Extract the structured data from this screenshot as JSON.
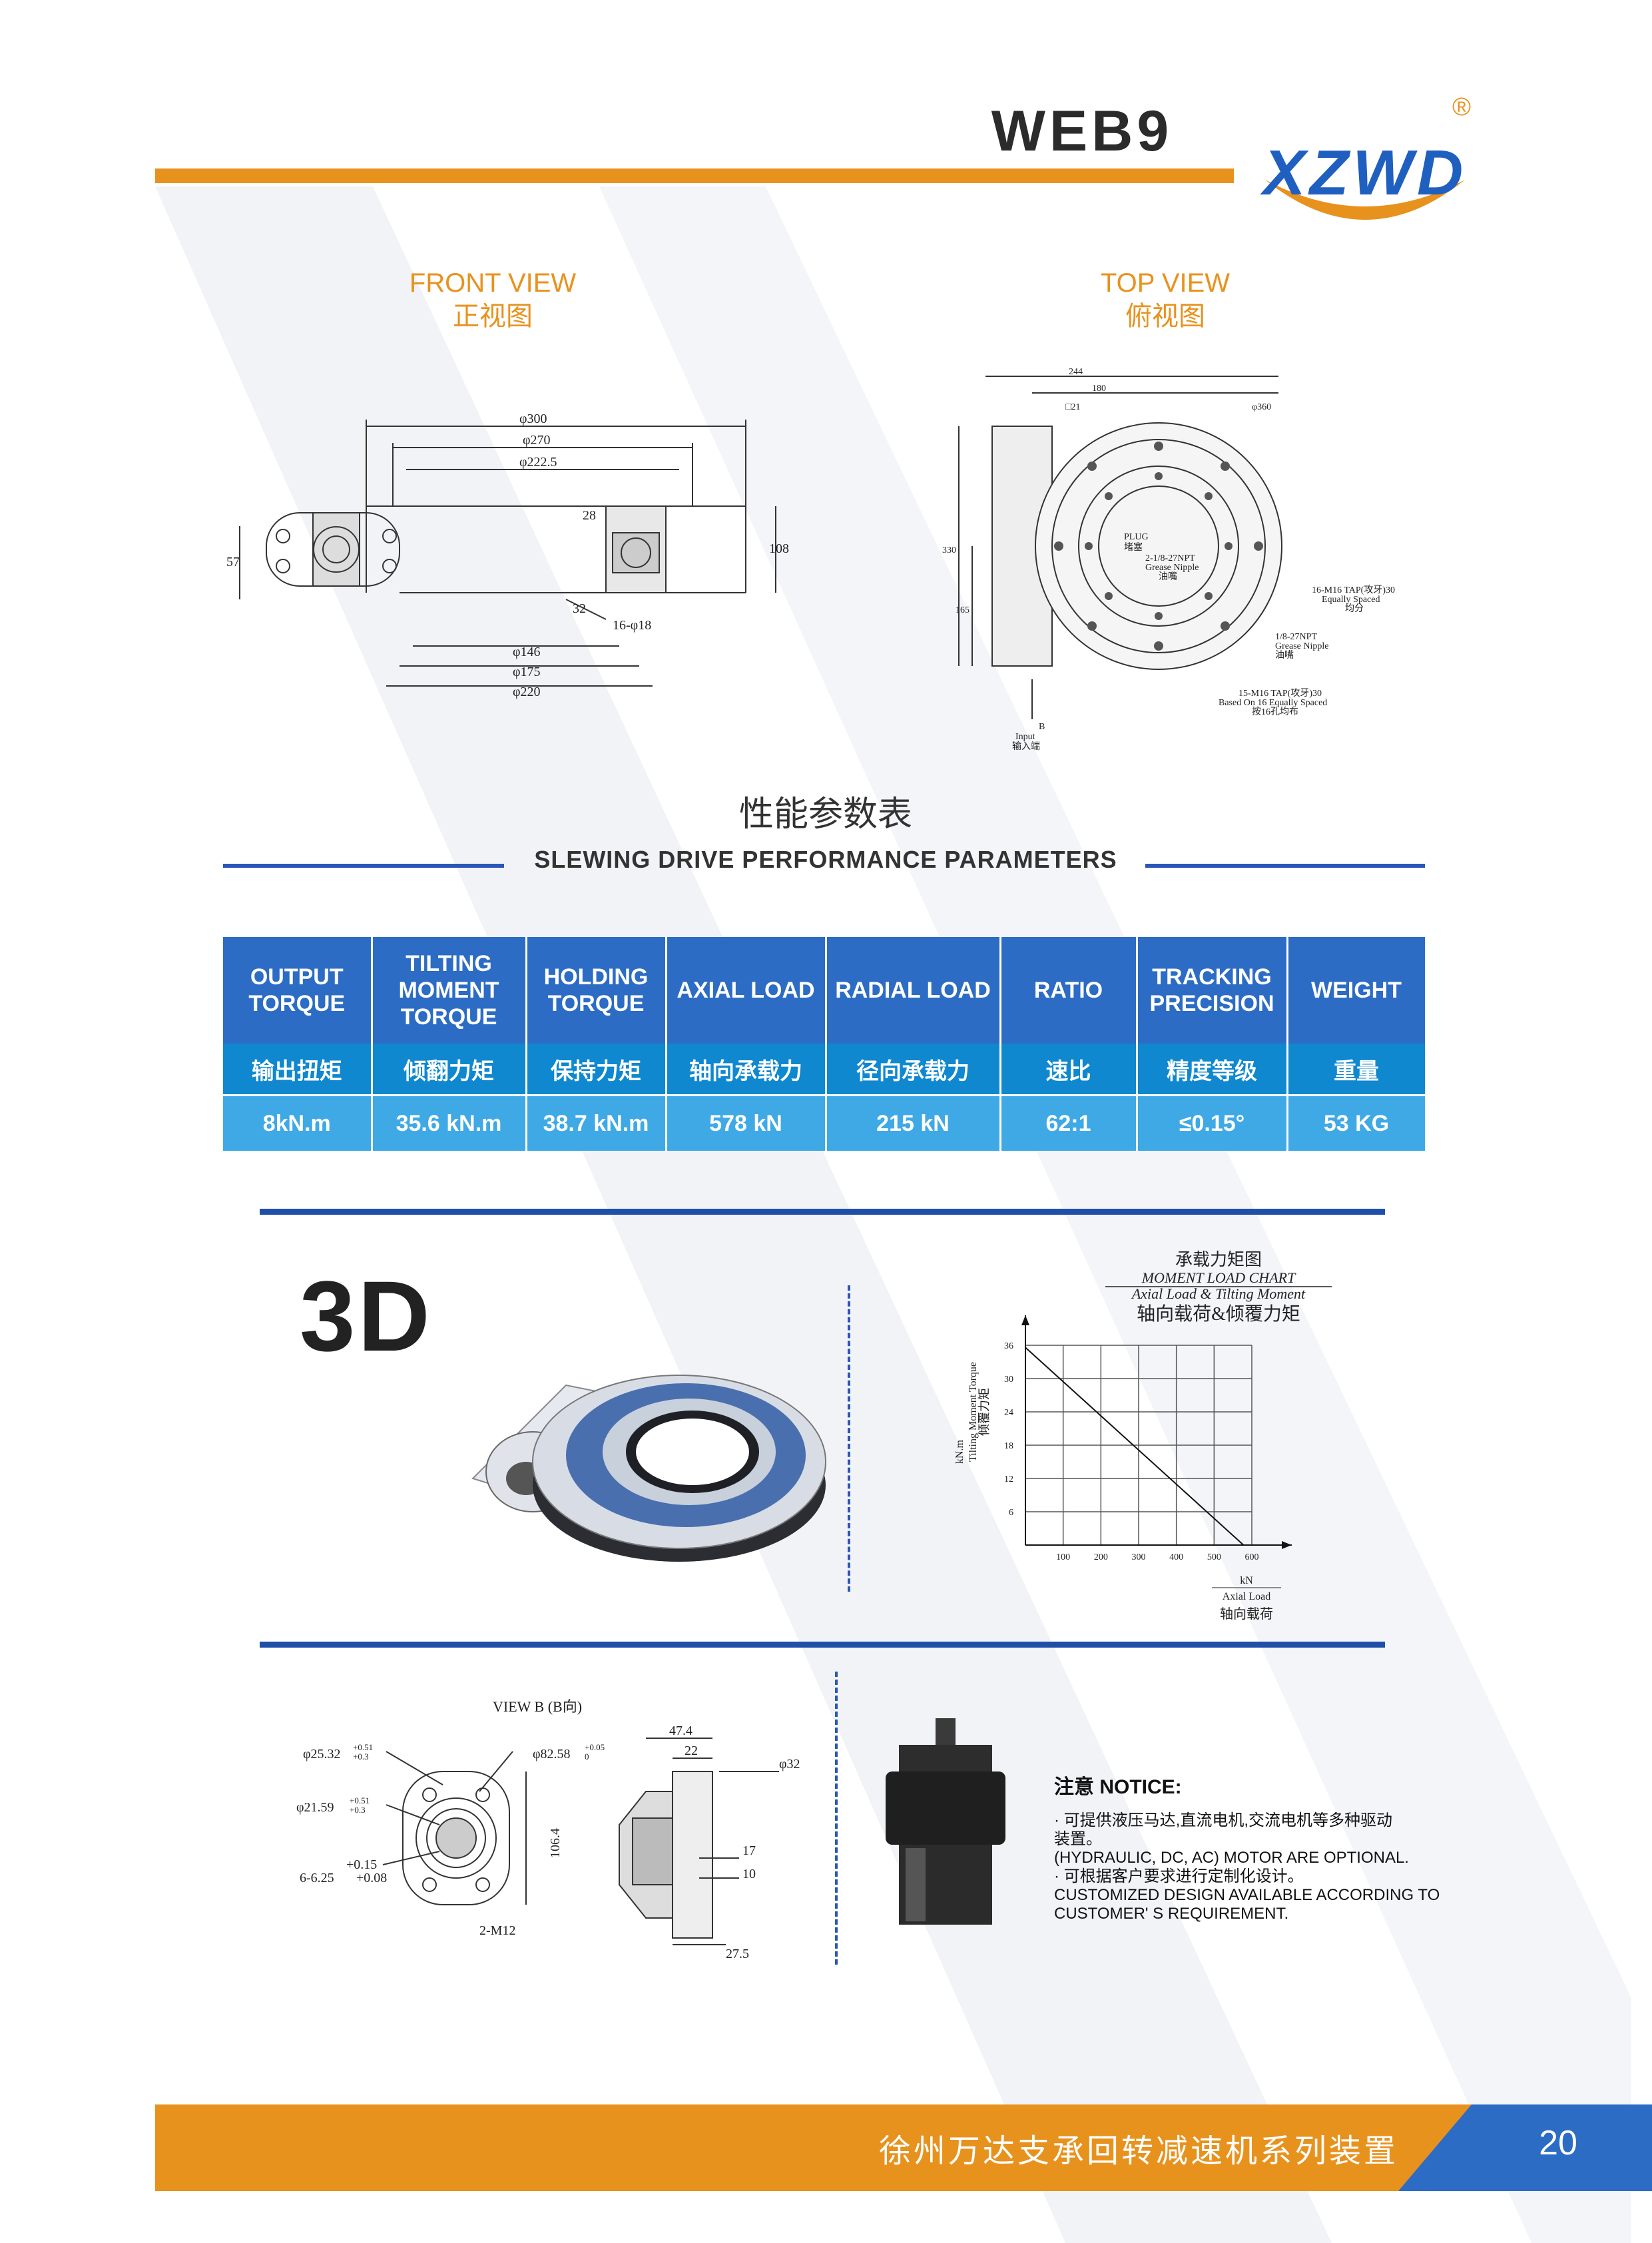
{
  "header": {
    "model": "WEB9",
    "brand": "XZWD",
    "registered": "®"
  },
  "front_view": {
    "title_en": "FRONT VIEW",
    "title_cn": "正视图",
    "dims": [
      "φ300",
      "φ270",
      "φ222.5",
      "28",
      "108",
      "57",
      "32",
      "16-φ18",
      "φ146",
      "φ175",
      "φ220"
    ]
  },
  "top_view": {
    "title_en": "TOP VIEW",
    "title_cn": "俯视图",
    "dims": [
      "244",
      "180",
      "□21",
      "φ360",
      "330",
      "165"
    ],
    "labels": {
      "plug": "PLUG",
      "plug_cn": "堵塞",
      "grease": "2-1/8-27NPT",
      "grease2": "Grease Nipple",
      "grease_cn": "油嘴",
      "tap1": "16-M16 TAP(攻牙)30",
      "tap1b": "Equally Spaced",
      "tap1c": "均分",
      "npt": "1/8-27NPT",
      "npt2": "Grease Nipple",
      "npt_cn": "油嘴",
      "tap2": "15-M16 TAP(攻牙)30",
      "tap2b": "Based On 16 Equally Spaced",
      "tap2c": "按16孔均布",
      "b": "B",
      "input": "Input",
      "input_cn": "输入端"
    }
  },
  "performance": {
    "title_cn": "性能参数表",
    "title_en": "SLEWING DRIVE PERFORMANCE PARAMETERS",
    "columns": [
      {
        "en": [
          "OUTPUT",
          "TORQUE"
        ],
        "cn": "输出扭矩",
        "value": "8kN.m"
      },
      {
        "en": [
          "TILTING",
          "MOMENT",
          "TORQUE"
        ],
        "cn": "倾翻力矩",
        "value": "35.6 kN.m"
      },
      {
        "en": [
          "HOLDING",
          "TORQUE"
        ],
        "cn": "保持力矩",
        "value": "38.7 kN.m"
      },
      {
        "en": [
          "AXIAL LOAD"
        ],
        "cn": "轴向承载力",
        "value": "578 kN"
      },
      {
        "en": [
          "RADIAL LOAD"
        ],
        "cn": "径向承载力",
        "value": "215 kN"
      },
      {
        "en": [
          "RATIO"
        ],
        "cn": "速比",
        "value": "62:1"
      },
      {
        "en": [
          "TRACKING",
          "PRECISION"
        ],
        "cn": "精度等级",
        "value": "≤0.15°"
      },
      {
        "en": [
          "WEIGHT"
        ],
        "cn": "重量",
        "value": "53 KG"
      }
    ]
  },
  "section_3d": {
    "label": "3D"
  },
  "chart_data": {
    "type": "line",
    "title": "承载力矩图",
    "subtitle_en": "MOMENT LOAD CHART",
    "subtitle_en2": "Axial Load & Tilting Moment",
    "subtitle_cn": "轴向载荷&倾覆力矩",
    "ylabel_unit": "kN.m",
    "ylabel": "Tilting Moment Torque",
    "ylabel_cn": "倾覆力矩",
    "xlabel_unit": "kN",
    "xlabel": "Axial Load",
    "xlabel_cn": "轴向载荷",
    "x_ticks": [
      100,
      200,
      300,
      400,
      500,
      600
    ],
    "y_ticks": [
      6,
      12,
      18,
      24,
      30,
      36
    ],
    "xlim": [
      0,
      600
    ],
    "ylim": [
      0,
      36
    ],
    "grid": true,
    "series": [
      {
        "x": [
          0,
          578
        ],
        "y": [
          35.6,
          0
        ]
      }
    ]
  },
  "view_b": {
    "title": "VIEW B (B向)",
    "dims": [
      "φ25.32",
      "+0.51",
      "+0.3",
      "φ82.58",
      "+0.05",
      "0",
      "φ21.59",
      "+0.51",
      "+0.3",
      "+0.15",
      "6-6.25",
      "+0.08",
      "106.4",
      "2-M12"
    ]
  },
  "section_view": {
    "dims": [
      "47.4",
      "22",
      "φ32",
      "17",
      "10",
      "27.5"
    ]
  },
  "notice": {
    "title": "注意 NOTICE:",
    "lines": [
      "· 可提供液压马达,直流电机,交流电机等多种驱动",
      "装置。",
      "(HYDRAULIC, DC, AC) MOTOR ARE OPTIONAL.",
      "· 可根据客户要求进行定制化设计。",
      "CUSTOMIZED DESIGN AVAILABLE ACCORDING TO",
      "CUSTOMER' S REQUIREMENT."
    ]
  },
  "footer": {
    "company": "徐州万达支承回转减速机系列装置",
    "page": "20"
  },
  "colors": {
    "orange": "#e8921e",
    "blue": "#2c6cc4",
    "cyan": "#0f88cf",
    "light_blue": "#3fa9e6"
  }
}
